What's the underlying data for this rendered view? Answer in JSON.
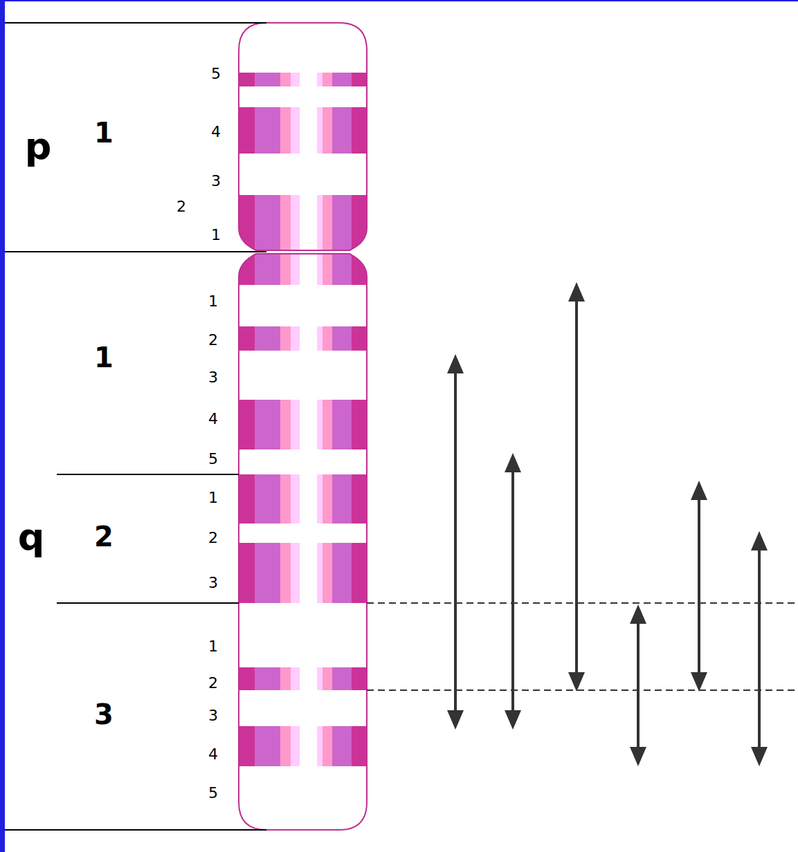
{
  "diagram": {
    "labels": [
      "p",
      "1",
      "5",
      "4",
      "3",
      "2",
      "1",
      "q",
      "1",
      "1",
      "2",
      "3",
      "4",
      "5",
      "2",
      "1",
      "2",
      "3",
      "3",
      "1",
      "2",
      "3",
      "4",
      "5"
    ]
  }
}
